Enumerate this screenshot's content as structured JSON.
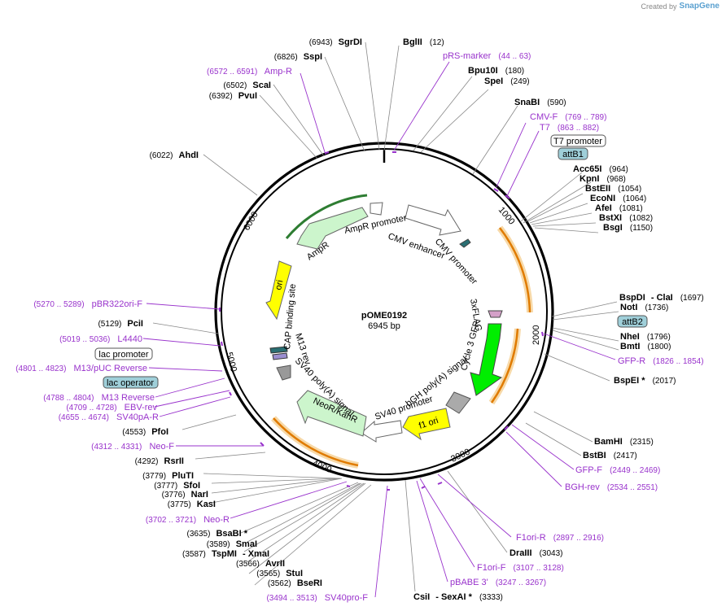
{
  "credit": {
    "prefix": "Created by",
    "brand": "SnapGene"
  },
  "plasmid": {
    "name": "pOME0192",
    "size": "6945 bp"
  },
  "ticks": [
    "1000",
    "2000",
    "3000",
    "4000",
    "5000",
    "6000"
  ],
  "enzymes_right": [
    {
      "name": "BglII",
      "pos": "(12)"
    },
    {
      "name": "Bpu10I",
      "pos": "(180)"
    },
    {
      "name": "SpeI",
      "pos": "(249)"
    },
    {
      "name": "SnaBI",
      "pos": "(590)"
    },
    {
      "name": "Acc65I",
      "pos": "(964)"
    },
    {
      "name": "KpnI",
      "pos": "(968)"
    },
    {
      "name": "BstEII",
      "pos": "(1054)"
    },
    {
      "name": "EcoNI",
      "pos": "(1064)"
    },
    {
      "name": "AfeI",
      "pos": "(1081)"
    },
    {
      "name": "BstXI",
      "pos": "(1082)"
    },
    {
      "name": "BsgI",
      "pos": "(1150)"
    },
    {
      "name": "BspDI",
      "extra": "- ClaI",
      "pos": "(1697)"
    },
    {
      "name": "NotI",
      "pos": "(1736)"
    },
    {
      "name": "NheI",
      "pos": "(1796)"
    },
    {
      "name": "BmtI",
      "pos": "(1800)"
    },
    {
      "name": "BspEI *",
      "pos": "(2017)"
    },
    {
      "name": "BamHI",
      "pos": "(2315)"
    },
    {
      "name": "BstBI",
      "pos": "(2417)"
    },
    {
      "name": "DraIII",
      "pos": "(3043)"
    },
    {
      "name": "CsiI",
      "extra": "- SexAI *",
      "pos": "(3333)"
    }
  ],
  "enzymes_left": [
    {
      "name": "SgrDI",
      "pos": "(6943)"
    },
    {
      "name": "SspI",
      "pos": "(6826)"
    },
    {
      "name": "ScaI",
      "pos": "(6502)"
    },
    {
      "name": "PvuI",
      "pos": "(6392)"
    },
    {
      "name": "AhdI",
      "pos": "(6022)"
    },
    {
      "name": "PciI",
      "pos": "(5129)"
    },
    {
      "name": "PfoI",
      "pos": "(4553)"
    },
    {
      "name": "RsrII",
      "pos": "(4292)"
    },
    {
      "name": "PluTI",
      "pos": "(3779)"
    },
    {
      "name": "SfoI",
      "pos": "(3777)"
    },
    {
      "name": "NarI",
      "pos": "(3776)"
    },
    {
      "name": "KasI",
      "pos": "(3775)"
    },
    {
      "name": "BsaBI *",
      "pos": "(3635)"
    },
    {
      "name": "SmaI",
      "pos": "(3589)"
    },
    {
      "name": "TspMI",
      "extra": "- XmaI",
      "pos": "(3587)"
    },
    {
      "name": "AvrII",
      "pos": "(3566)"
    },
    {
      "name": "StuI",
      "pos": "(3565)"
    },
    {
      "name": "BseRI",
      "pos": "(3562)"
    }
  ],
  "primers": [
    {
      "name": "pRS-marker",
      "range": "(44 .. 63)"
    },
    {
      "name": "CMV-F",
      "range": "(769 .. 789)"
    },
    {
      "name": "T7",
      "range": "(863 .. 882)"
    },
    {
      "name": "GFP-R",
      "range": "(1826 .. 1854)"
    },
    {
      "name": "GFP-F",
      "range": "(2449 .. 2469)"
    },
    {
      "name": "BGH-rev",
      "range": "(2534 .. 2551)"
    },
    {
      "name": "F1ori-R",
      "range": "(2897 .. 2916)"
    },
    {
      "name": "F1ori-F",
      "range": "(3107 .. 3128)"
    },
    {
      "name": "pBABE 3'",
      "range": "(3247 .. 3267)"
    },
    {
      "name": "SV40pro-F",
      "range": "(3494 .. 3513)"
    },
    {
      "name": "Neo-R",
      "range": "(3702 .. 3721)"
    },
    {
      "name": "Neo-F",
      "range": "(4312 .. 4331)"
    },
    {
      "name": "SV40pA-R",
      "range": "(4655 .. 4674)"
    },
    {
      "name": "EBV-rev",
      "range": "(4709 .. 4728)"
    },
    {
      "name": "M13 Reverse",
      "range": "(4788 .. 4804)"
    },
    {
      "name": "M13/pUC Reverse",
      "range": "(4801 .. 4823)"
    },
    {
      "name": "L4440",
      "range": "(5019 .. 5036)"
    },
    {
      "name": "pBR322ori-F",
      "range": "(5270 .. 5289)"
    },
    {
      "name": "Amp-R",
      "range": "(6572 .. 6591)"
    }
  ],
  "badges": {
    "t7_promoter": "T7 promoter",
    "attb1": "attB1",
    "attb2": "attB2",
    "lac_promoter": "lac promoter",
    "lac_operator": "lac operator"
  },
  "features": {
    "cmv_enhancer": "CMV enhancer",
    "cmv_promoter": "CMV promoter",
    "amp_promoter": "AmpR promoter",
    "ampr": "AmpR",
    "ori": "ori",
    "cap": "CAP binding site",
    "m13rev": "M13 rev",
    "sv40pa": "SV40 poly(A) signal",
    "neo": "NeoR/KanR",
    "sv40prom": "SV40 promoter",
    "f1ori": "f1 ori",
    "bgh": "bGH poly(A) signal",
    "cycle3": "Cycle 3 GFP",
    "flag": "3xFLAG"
  },
  "colors": {
    "primer": "#9933cc",
    "backbone": "#000000",
    "ampr_fill": "#ccf5cc",
    "ampr_stroke": "#2e7d32",
    "ori_fill": "#ffff00",
    "gfp_fill": "#00ee00",
    "neo_fill": "#ccf5cc",
    "orf_arc": "#e07b00",
    "orf_glow": "#f7d9a8",
    "badge_fill": "#9fcfd9"
  }
}
